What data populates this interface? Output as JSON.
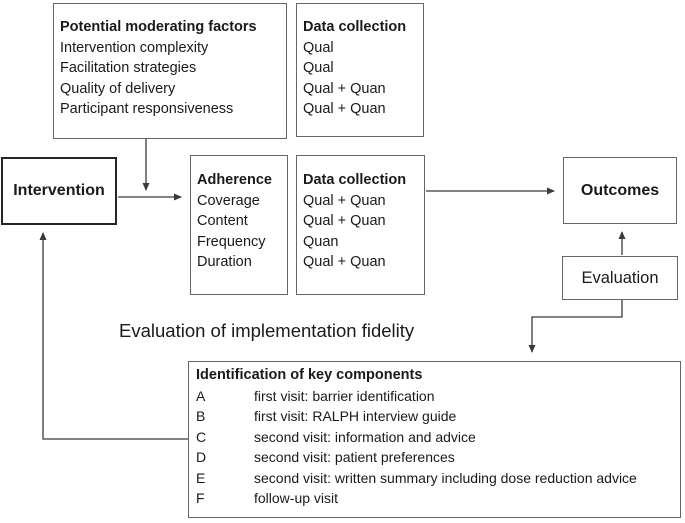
{
  "diagram": {
    "caption": "Evaluation of implementation fidelity",
    "moderating_box": {
      "title": "Potential moderating factors",
      "items": [
        "Intervention complexity",
        "Facilitation strategies",
        "Quality of delivery",
        "Participant responsiveness"
      ]
    },
    "data_collection_top": {
      "title": "Data collection",
      "items": [
        "Qual",
        "Qual",
        "Qual + Quan",
        "Qual + Quan"
      ]
    },
    "intervention_box": {
      "label": "Intervention"
    },
    "adherence_box": {
      "title": "Adherence",
      "items": [
        "Coverage",
        "Content",
        "Frequency",
        "Duration"
      ]
    },
    "data_collection_mid": {
      "title": "Data collection",
      "items": [
        "Qual + Quan",
        "Qual + Quan",
        "Quan",
        "Qual + Quan"
      ]
    },
    "outcomes_box": {
      "label": "Outcomes"
    },
    "evaluation_box": {
      "label": "Evaluation"
    },
    "identification_box": {
      "title": "Identification of key components",
      "rows": [
        {
          "key": "A",
          "desc": "first visit: barrier identification"
        },
        {
          "key": "B",
          "desc": "first visit: RALPH interview guide"
        },
        {
          "key": "C",
          "desc": "second visit: information and advice"
        },
        {
          "key": "D",
          "desc": "second visit: patient preferences"
        },
        {
          "key": "E",
          "desc": "second visit: written summary including dose reduction advice"
        },
        {
          "key": "F",
          "desc": "follow-up visit"
        }
      ]
    },
    "colors": {
      "border": "#666666",
      "intervention_border": "#262626",
      "line": "#3a3a3a",
      "text": "#1a1a1a",
      "background": "#ffffff"
    }
  }
}
